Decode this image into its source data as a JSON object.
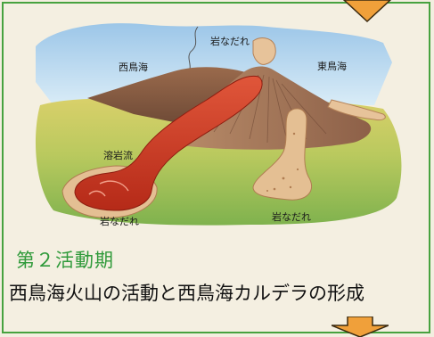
{
  "labels": {
    "west_sea": "西鳥海",
    "east_sea": "東鳥海",
    "rockslide_top": "岩なだれ",
    "lava_flow": "溶岩流",
    "rockslide_left": "岩なだれ",
    "rockslide_right": "岩なだれ"
  },
  "period_title": "第２活動期",
  "caption": "西鳥海火山の活動と西鳥海カルデラの形成",
  "colors": {
    "frame_green": "#47a23f",
    "arrow_orange": "#f0a03a",
    "lava_red": "#c8381e",
    "title_green": "#2f9a3a"
  }
}
